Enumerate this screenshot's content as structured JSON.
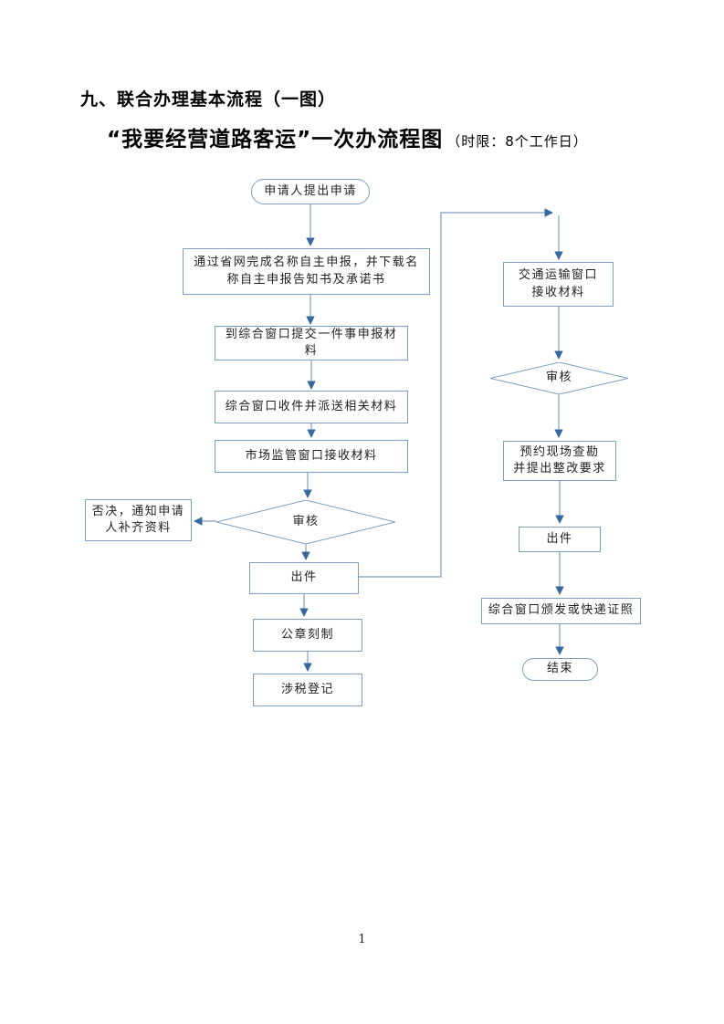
{
  "colors": {
    "edge": "#7f9fc0",
    "node-border": "#7c9fc2",
    "arrow": "#38689f",
    "text": "#1f1f1f",
    "title": "#000000"
  },
  "header": {
    "section_title": "九、联合办理基本流程（一图）",
    "chart_title": "“我要经营道路客运”一次办流程图",
    "chart_title_note": "（时限：8个工作日）"
  },
  "flowchart": {
    "nodes": [
      {
        "id": "start",
        "type": "stadium",
        "label": "申请人提出申请"
      },
      {
        "id": "declare",
        "type": "rect",
        "label": "通过省网完成名称自主申报，并下载名\n称自主申报告知书及承诺书"
      },
      {
        "id": "submit",
        "type": "rect",
        "label": "到综合窗口提交一件事申报材\n料"
      },
      {
        "id": "dispatch",
        "type": "rect",
        "label": "综合窗口收件并派送相关材料"
      },
      {
        "id": "market",
        "type": "rect",
        "label": "市场监管窗口接收材料"
      },
      {
        "id": "review1",
        "type": "diamond",
        "label": "审核"
      },
      {
        "id": "reject",
        "type": "rect",
        "label": "否决，通知申请\n人补齐资料"
      },
      {
        "id": "issue1",
        "type": "rect",
        "label": "出件"
      },
      {
        "id": "seal",
        "type": "rect",
        "label": "公章刻制"
      },
      {
        "id": "tax",
        "type": "rect",
        "label": "涉税登记"
      },
      {
        "id": "transport",
        "type": "rect",
        "label": "交通运输窗口\n接收材料"
      },
      {
        "id": "review2",
        "type": "diamond",
        "label": "审核"
      },
      {
        "id": "survey",
        "type": "rect",
        "label": "预约现场查勘\n并提出整改要求"
      },
      {
        "id": "issue2",
        "type": "rect",
        "label": "出件"
      },
      {
        "id": "delivery",
        "type": "rect",
        "label": "综合窗口颁发或快递证照"
      },
      {
        "id": "end",
        "type": "stadium",
        "label": "结束"
      }
    ],
    "edges": [
      {
        "from": "start",
        "to": "declare"
      },
      {
        "from": "declare",
        "to": "submit"
      },
      {
        "from": "submit",
        "to": "dispatch"
      },
      {
        "from": "dispatch",
        "to": "market"
      },
      {
        "from": "market",
        "to": "review1"
      },
      {
        "from": "review1",
        "to": "reject"
      },
      {
        "from": "review1",
        "to": "issue1"
      },
      {
        "from": "issue1",
        "to": "seal"
      },
      {
        "from": "seal",
        "to": "tax"
      },
      {
        "from": "issue1",
        "to": "transport"
      },
      {
        "from": "transport",
        "to": "review2"
      },
      {
        "from": "review2",
        "to": "survey"
      },
      {
        "from": "survey",
        "to": "issue2"
      },
      {
        "from": "issue2",
        "to": "delivery"
      },
      {
        "from": "delivery",
        "to": "end"
      }
    ]
  },
  "page": {
    "number": "1"
  }
}
